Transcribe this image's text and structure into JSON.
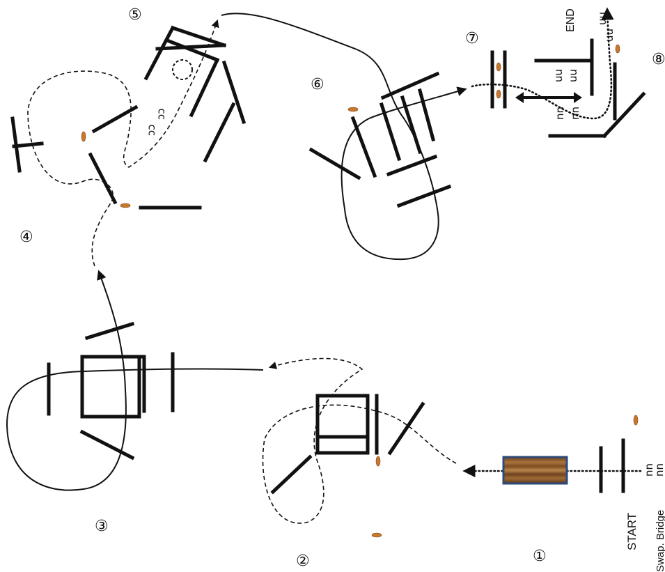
{
  "labels": {
    "start": "START",
    "end": "END",
    "bridge": "Swap. Bridge"
  },
  "step_numbers": [
    "①",
    "②",
    "③",
    "④",
    "⑤",
    "⑥",
    "⑦",
    "⑧"
  ],
  "footprints": {
    "up": "nn",
    "down": "uu",
    "hop": "ɔɔ"
  },
  "colors": {
    "ink": "#111111",
    "cone": "#c8772f",
    "bridge_wood": "#8a5a2e",
    "bridge_border": "#2d4b7a"
  },
  "icons": [
    "footprints-icon",
    "cone-icon",
    "bridge-icon",
    "hoop-icon"
  ]
}
